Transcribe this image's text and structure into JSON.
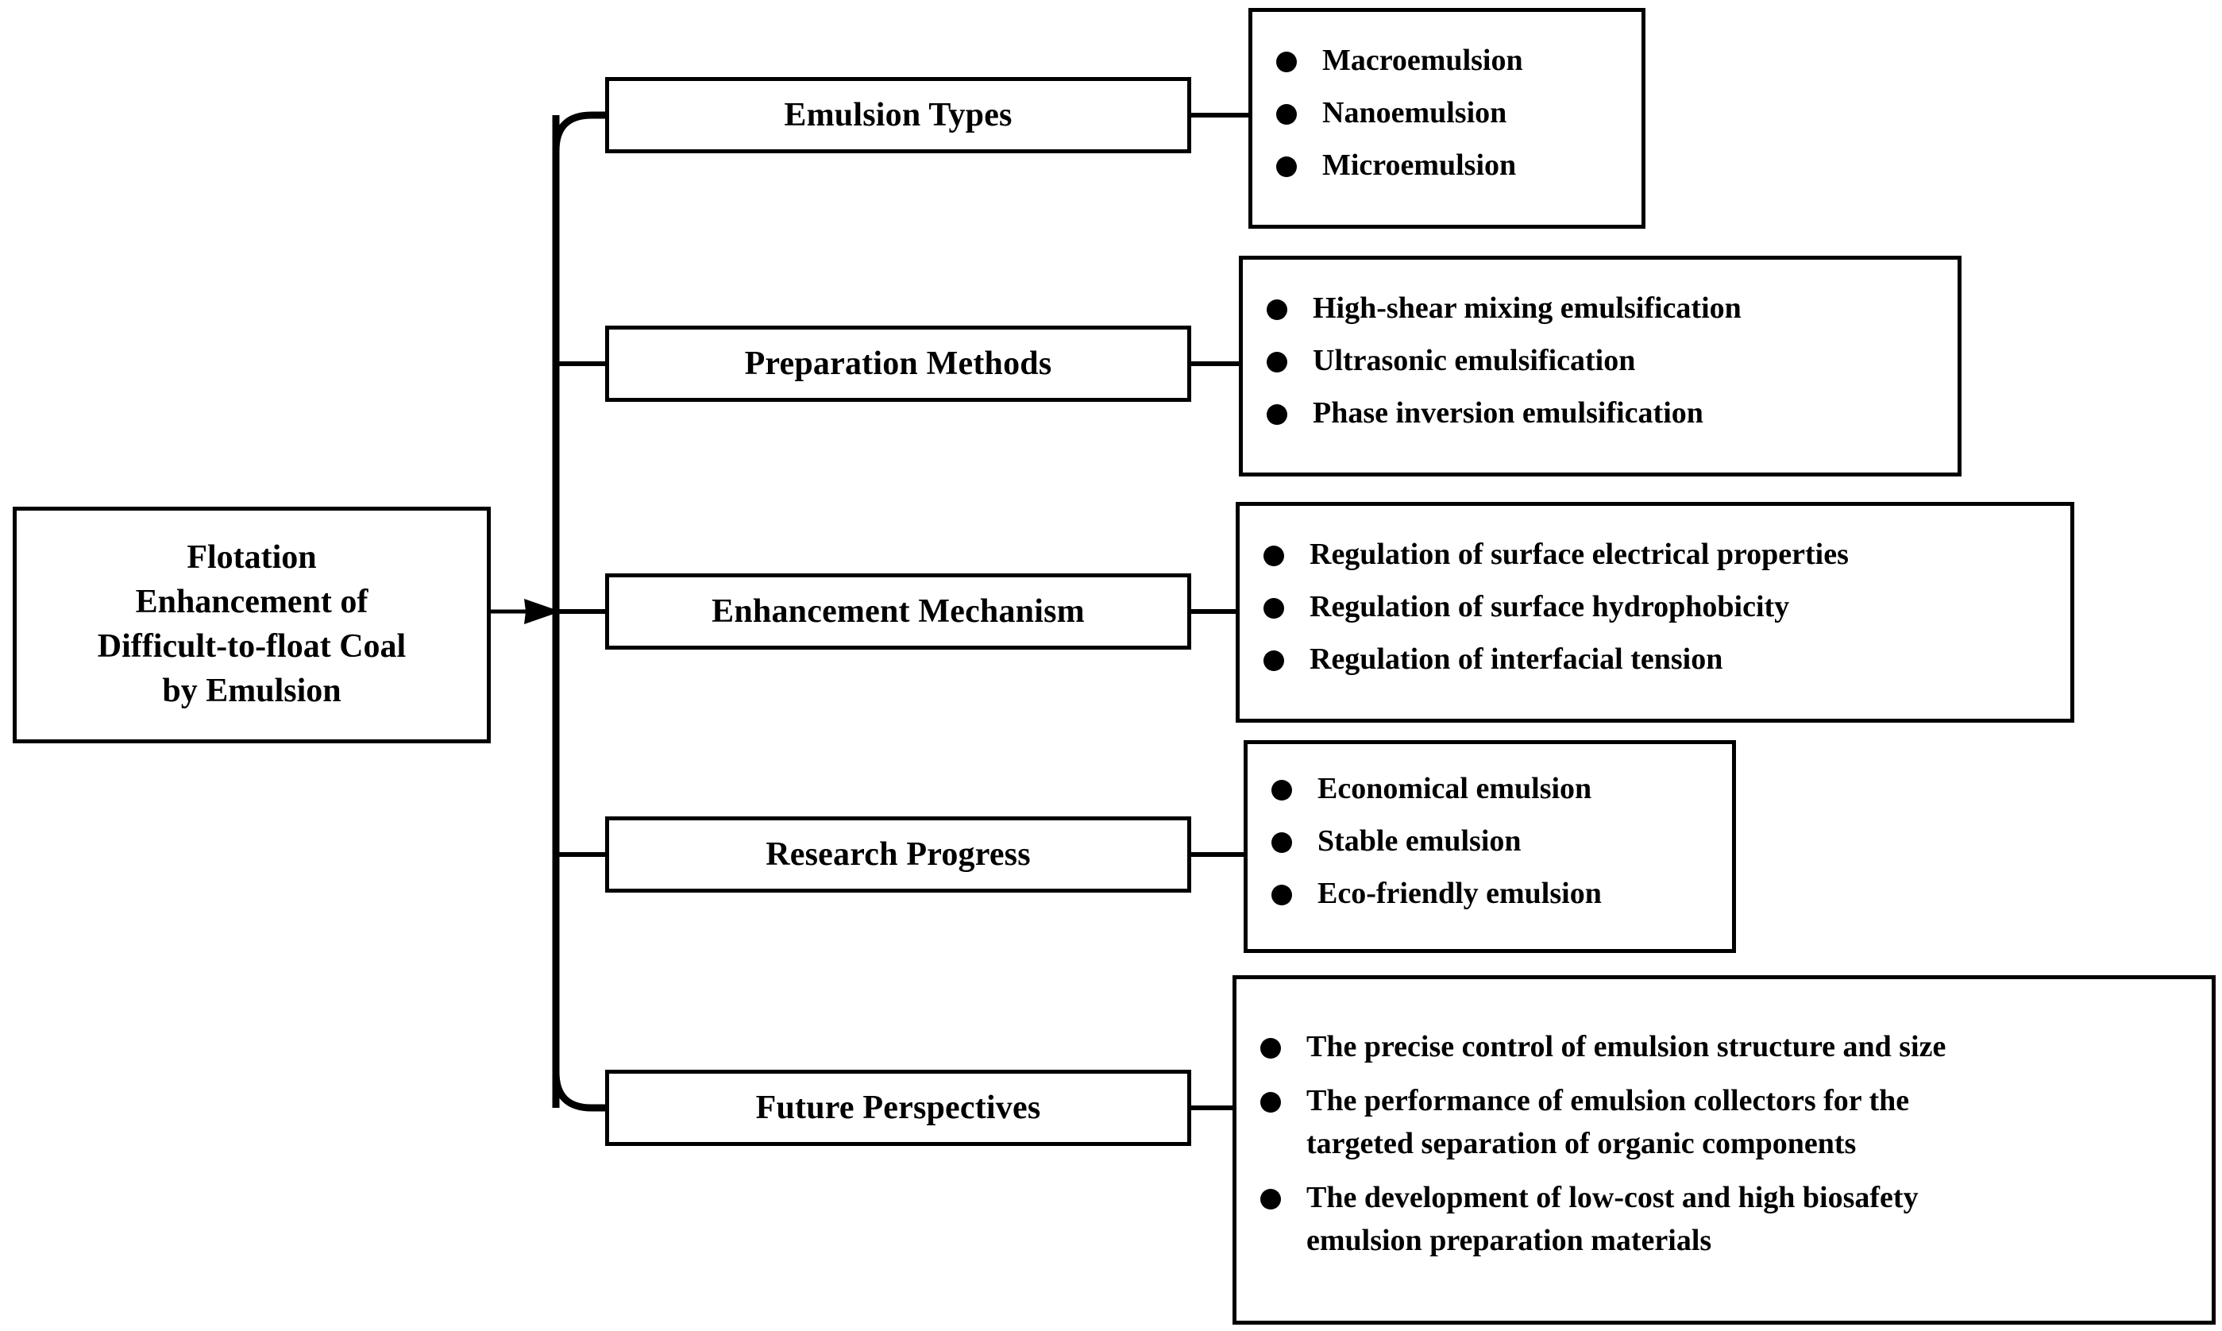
{
  "diagram": {
    "title": "Flotation Enhancement of Difficult-to-float Coal by Emulsion",
    "root": {
      "label": "Flotation\nEnhancement of\nDifficult-to-float Coal\nby Emulsion"
    },
    "colors": {
      "stroke": "#000000",
      "fill": "#ffffff",
      "text": "#000000"
    },
    "branches": [
      {
        "id": "emulsion-types",
        "label": "Emulsion Types",
        "items": [
          "Macroemulsion",
          "Nanoemulsion",
          "Microemulsion"
        ]
      },
      {
        "id": "preparation-methods",
        "label": "Preparation Methods",
        "items": [
          "High-shear mixing emulsification",
          "Ultrasonic emulsification",
          "Phase inversion emulsification"
        ]
      },
      {
        "id": "enhancement-mechanism",
        "label": "Enhancement Mechanism",
        "items": [
          "Regulation of surface electrical properties",
          "Regulation of surface hydrophobicity",
          "Regulation of interfacial tension"
        ]
      },
      {
        "id": "research-progress",
        "label": "Research Progress",
        "items": [
          "Economical emulsion",
          "Stable emulsion",
          "Eco-friendly emulsion"
        ]
      },
      {
        "id": "future-perspectives",
        "label": "Future Perspectives",
        "items": [
          "The precise control of emulsion structure and size",
          "The performance of emulsion collectors for the\ntargeted separation of organic components",
          "The development of low-cost and high biosafety\nemulsion preparation materials"
        ]
      }
    ]
  }
}
